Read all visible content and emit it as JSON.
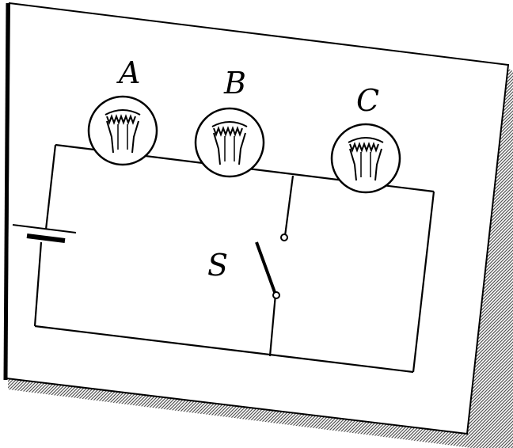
{
  "diagram": {
    "labels": {
      "bulb_a": "A",
      "bulb_b": "B",
      "bulb_c": "C",
      "switch": "S"
    },
    "colors": {
      "line": "#000000",
      "board": "#ffffff",
      "shadow": "#8a8a8a"
    }
  }
}
